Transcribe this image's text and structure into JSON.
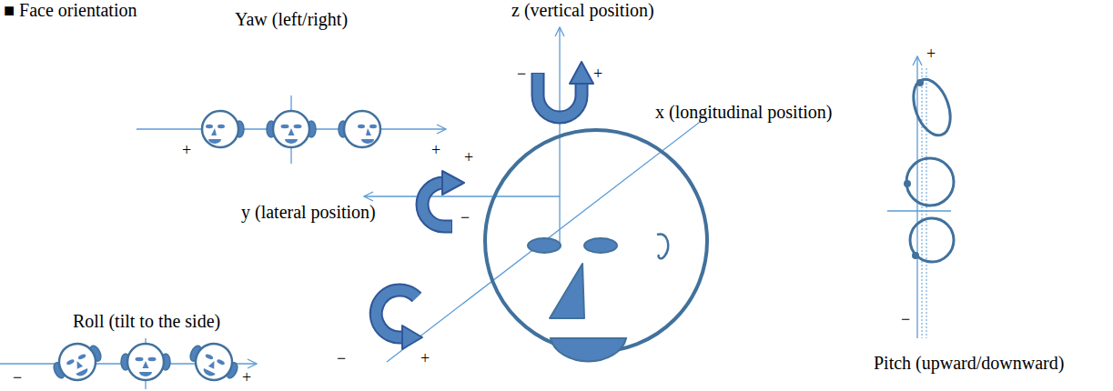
{
  "diagram": {
    "title": "■ Face orientation",
    "labels": [
      "Yaw (left/right)",
      "z (vertical position)",
      "−",
      "+",
      "x (longitudinal position)",
      "+",
      "+",
      "+",
      "+",
      "y (lateral position)",
      "−",
      "Roll (tilt to the side)",
      "−",
      "−",
      "+",
      "Pitch (upward/downward)",
      "−",
      "+"
    ]
  }
}
